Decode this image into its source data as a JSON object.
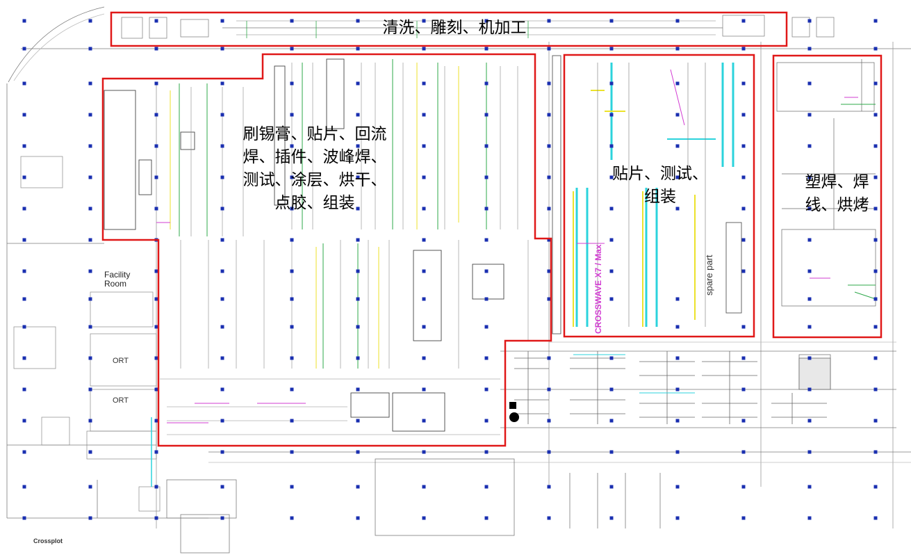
{
  "zones": [
    {
      "name": "clean-engrave-machining",
      "text": "清洗、雕刻、机加工"
    },
    {
      "name": "smt-assembly",
      "text": "刷锡膏、贴片、回流\n焊、插件、波峰焊、\n测试、涂层、烘干、\n点胶、组装"
    },
    {
      "name": "placement-test-assembly",
      "text": "贴片、测试、\n组装"
    },
    {
      "name": "plastic-welding",
      "text": "塑焊、焊\n线、烘烤"
    }
  ],
  "labels": {
    "facility_room": "Facility\nRoom",
    "ort_1": "ORT",
    "ort_2": "ORT",
    "crosswave": "CROSSWAVE X7 / Max",
    "spare_part": "spare part",
    "crossplot": "Crossplot"
  },
  "colors": {
    "zone_border": "#e01818",
    "column_marker": "#1a2fb0",
    "cyan": "#2bd3dc",
    "yellow": "#ece22a",
    "magenta": "#d23cd2",
    "green": "#2ea84a"
  }
}
